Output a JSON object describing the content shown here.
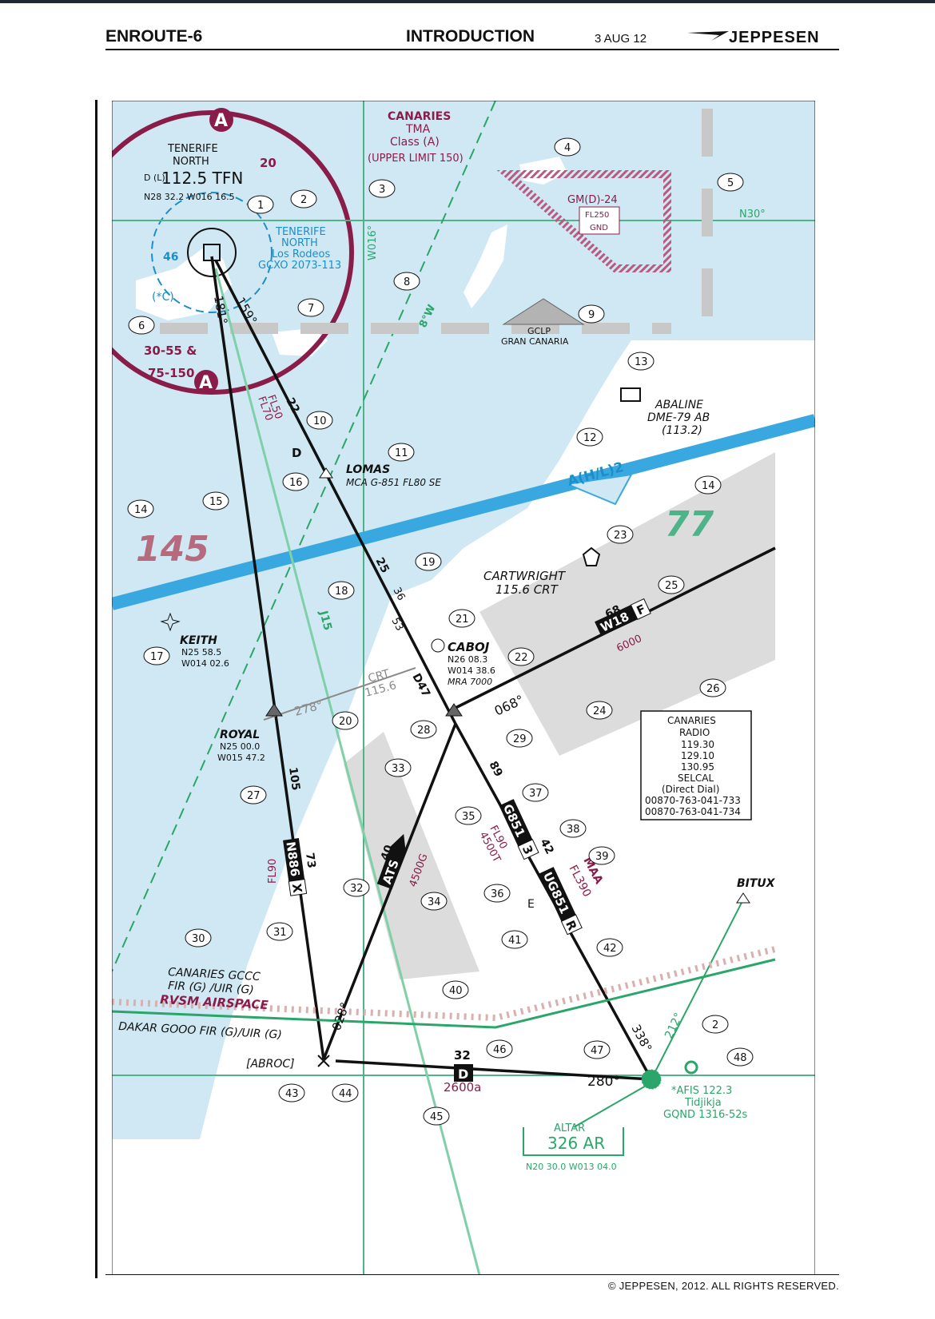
{
  "header": {
    "left": "ENROUTE-6",
    "center": "INTRODUCTION",
    "date": "3 AUG 12",
    "brand": "JEPPESEN"
  },
  "footer": {
    "copyright": "© JEPPESEN, 2012. ALL RIGHTS RESERVED."
  },
  "colors": {
    "water": "#cfe8f3",
    "land": "#ffffff",
    "magenta": "#8a1c4a",
    "cyan": "#1a8fc9",
    "green": "#2aa66a",
    "restricted_gray": "#d9d9d9"
  },
  "chart": {
    "tma": {
      "line1": "CANARIES",
      "line2": "TMA",
      "line3": "Class (A)",
      "line4": "(UPPER LIMIT 150)"
    },
    "tfn": {
      "name1": "TENERIFE",
      "name2": "NORTH",
      "prefix": "D (L)",
      "freq": "112.5 TFN",
      "coords": "N28 32.2 W016 16.5"
    },
    "tfn_airport": {
      "l1": "TENERIFE",
      "l2": "NORTH",
      "l3": "Los Rodeos",
      "l4": "GCXO 2073-113"
    },
    "ring_label_a": "A",
    "ring_20": "20",
    "cyan_46": "46",
    "cyan_c": "(*C)",
    "alt_30_55": "30-55 &",
    "alt_75_150": "75-150",
    "w016": "W016°",
    "mag_8w": "8°W",
    "gm_area": {
      "name": "GM(D)-24",
      "upper": "FL250",
      "lower": "GND"
    },
    "n30": "N30°",
    "gclp": {
      "l1": "GCLP",
      "l2": "GRAN CANARIA"
    },
    "abaline": {
      "l1": "ABALINE",
      "l2": "DME-79 AB",
      "l3": "(113.2)"
    },
    "ahl2": "A(H/L)2",
    "mora_145": "145",
    "mora_77": "77",
    "lomas": {
      "name": "LOMAS",
      "mca": "MCA G-851 FL80 SE"
    },
    "fl50": "FL50",
    "fl70": "FL70",
    "d_label": "D",
    "cartwright": {
      "name": "CARTWRIGHT",
      "freq": "115.6 CRT"
    },
    "keith": {
      "name": "KEITH",
      "lat": "N25 58.5",
      "lon": "W014 02.6"
    },
    "caboj": {
      "name": "CABOJ",
      "lat": "N26 08.3",
      "lon": "W014 38.6",
      "mra": "MRA 7000"
    },
    "royal": {
      "name": "ROYAL",
      "lat": "N25 00.0",
      "lon": "W015 47.2"
    },
    "crt": {
      "l1": "CRT",
      "l2": "115.6"
    },
    "radials": {
      "r181": "181°",
      "r159": "159°",
      "r278": "278°",
      "r068": "068°",
      "r028": "028°",
      "r338": "338°",
      "r212": "212°",
      "r280": "280°"
    },
    "dist": {
      "d22": "22",
      "d25": "25",
      "d36": "36",
      "d53": "53",
      "d47": "D47",
      "d105": "105",
      "d89": "89",
      "d73": "73",
      "d40": "40",
      "d42": "42",
      "d68": "68",
      "d32": "32"
    },
    "airways": {
      "j15": "J15",
      "w18": "W18",
      "w18_f": "F",
      "w18_alt": "6000",
      "n886": "N886",
      "n886_x": "X",
      "ats": "ATS",
      "g851": "G851",
      "g851_3": "3",
      "ug851": "UG851",
      "ug851_r": "R"
    },
    "alts": {
      "fl90a": "FL90",
      "fl90b": "FL90",
      "a4500t": "4500T",
      "a4500g": "4500G",
      "maa": "MAA",
      "fl390": "FL390",
      "a2600": "2600a"
    },
    "canaries_radio": [
      "CANARIES",
      "RADIO",
      "119.30",
      "129.10",
      "130.95",
      "SELCAL",
      "(Direct Dial)",
      "00870-763-041-733",
      "00870-763-041-734"
    ],
    "bitux": "BITUX",
    "fir_canaries": {
      "l1": "CANARIES GCCC",
      "l2": "FIR (G) /UIR (G)",
      "l3": "RVSM AIRSPACE"
    },
    "fir_dakar": "DAKAR GOOO FIR (G)/UIR (G)",
    "abroc": "[ABROC]",
    "afis": {
      "l1": "*AFIS 122.3",
      "l2": "Tidjikja",
      "l3": "GQND 1316-52s"
    },
    "altar": {
      "name": "ALTAR",
      "freq": "326 AR",
      "coords": "N20 30.0 W013 04.0"
    },
    "d_box": "D",
    "e_label": "E",
    "callouts": [
      "1",
      "2",
      "3",
      "4",
      "5",
      "6",
      "7",
      "8",
      "9",
      "10",
      "11",
      "12",
      "13",
      "14",
      "14",
      "15",
      "16",
      "17",
      "18",
      "19",
      "20",
      "21",
      "22",
      "23",
      "24",
      "25",
      "26",
      "27",
      "28",
      "29",
      "30",
      "31",
      "32",
      "33",
      "34",
      "35",
      "36",
      "37",
      "38",
      "39",
      "40",
      "41",
      "42",
      "43",
      "44",
      "45",
      "46",
      "47",
      "48",
      "2"
    ]
  }
}
